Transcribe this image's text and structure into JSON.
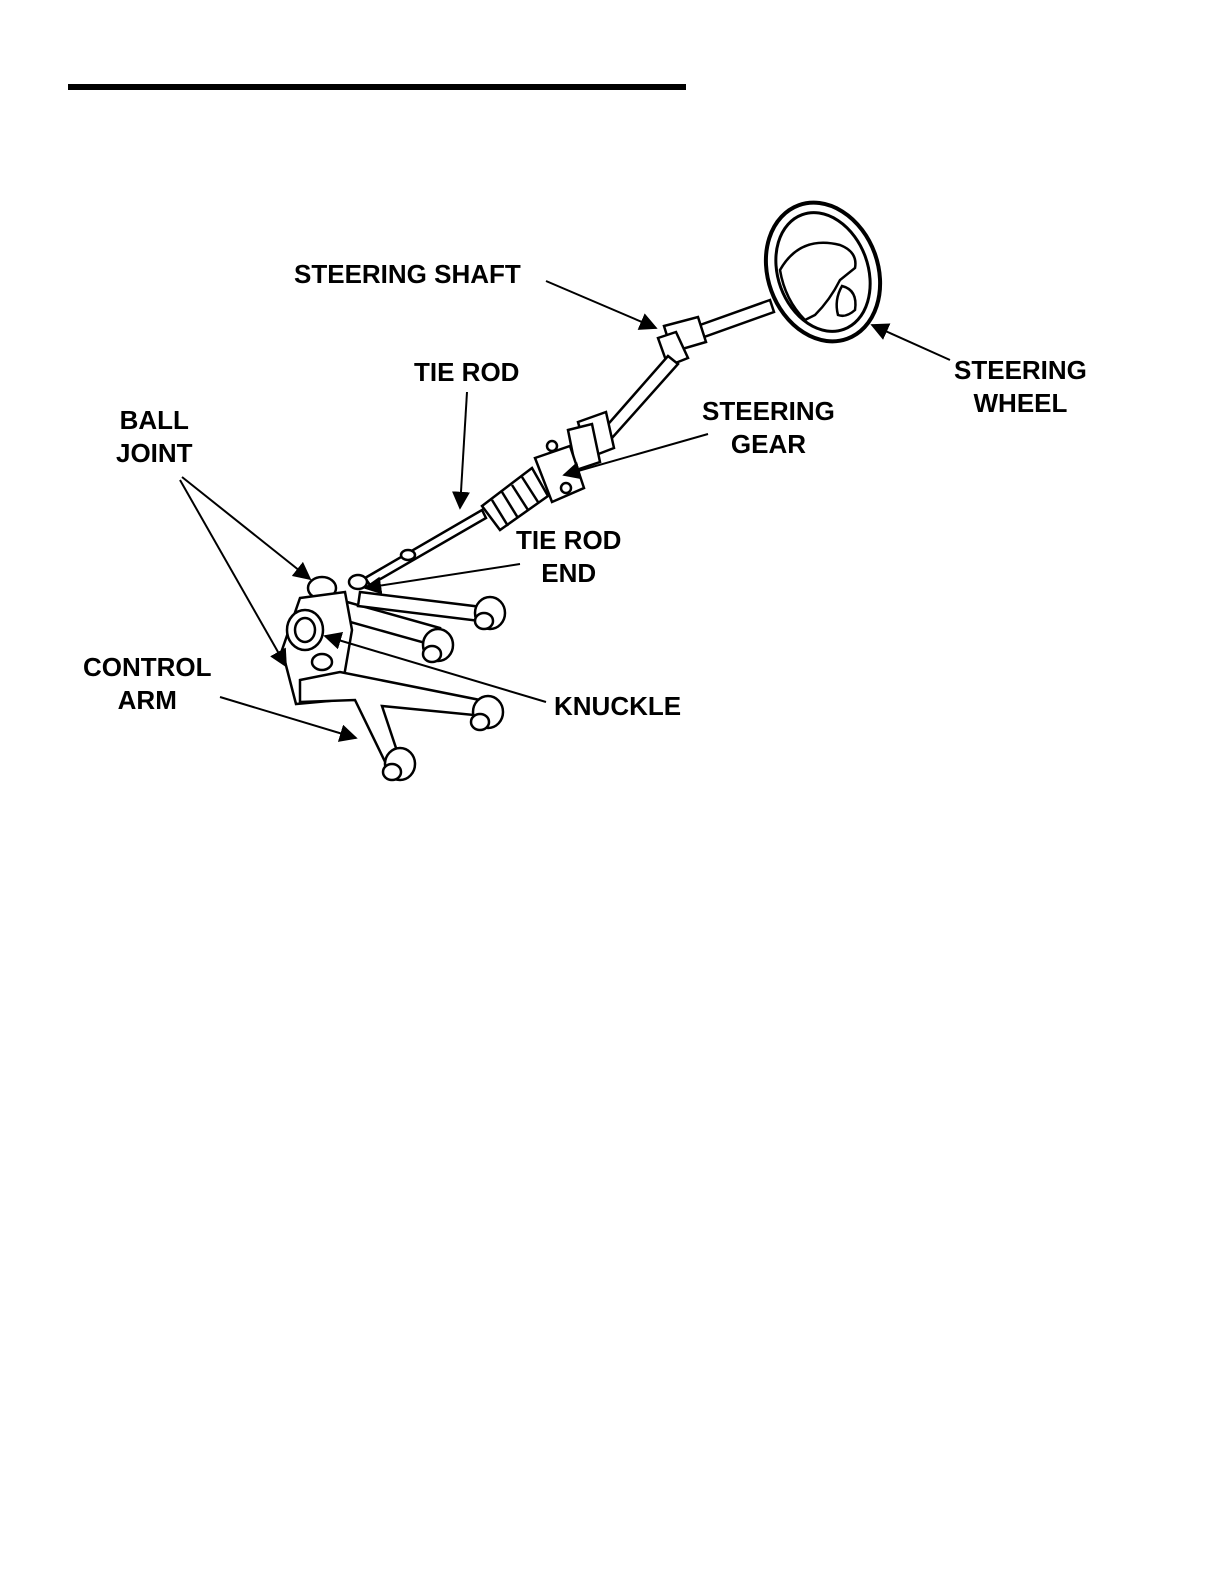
{
  "labels": {
    "steering_shaft": "STEERING SHAFT",
    "tie_rod": "TIE ROD",
    "ball_joint": [
      "BALL",
      "JOINT"
    ],
    "steering_gear": [
      "STEERING",
      "GEAR"
    ],
    "steering_wheel": [
      "STEERING",
      "WHEEL"
    ],
    "tie_rod_end": [
      "TIE ROD",
      "END"
    ],
    "control_arm": [
      "CONTROL",
      "ARM"
    ],
    "knuckle": "KNUCKLE"
  },
  "colors": {
    "ink": "#000000",
    "paper": "#ffffff"
  }
}
